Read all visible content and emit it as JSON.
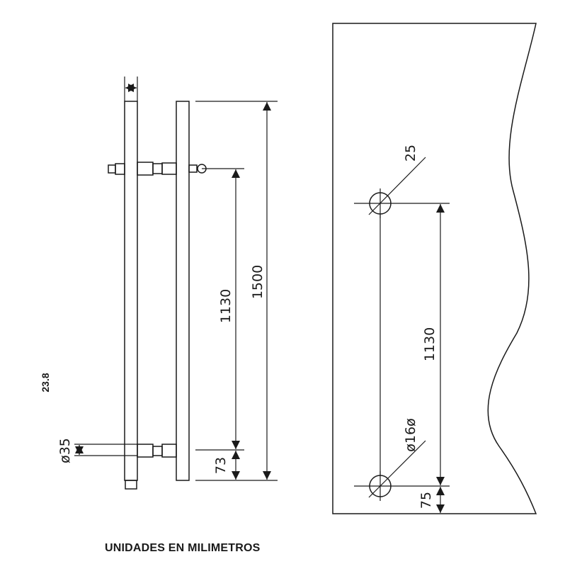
{
  "page_label": "23.8",
  "units_note": "UNIDADES EN MILIMETROS",
  "handle_view": {
    "overall_length": "1500",
    "center_distance": "1130",
    "end_offset": "73",
    "bar_diameter": "ø35"
  },
  "door_view": {
    "hole_size": "25",
    "center_distance": "1130",
    "drill_diameter": "ø16ø",
    "bottom_offset": "75"
  }
}
